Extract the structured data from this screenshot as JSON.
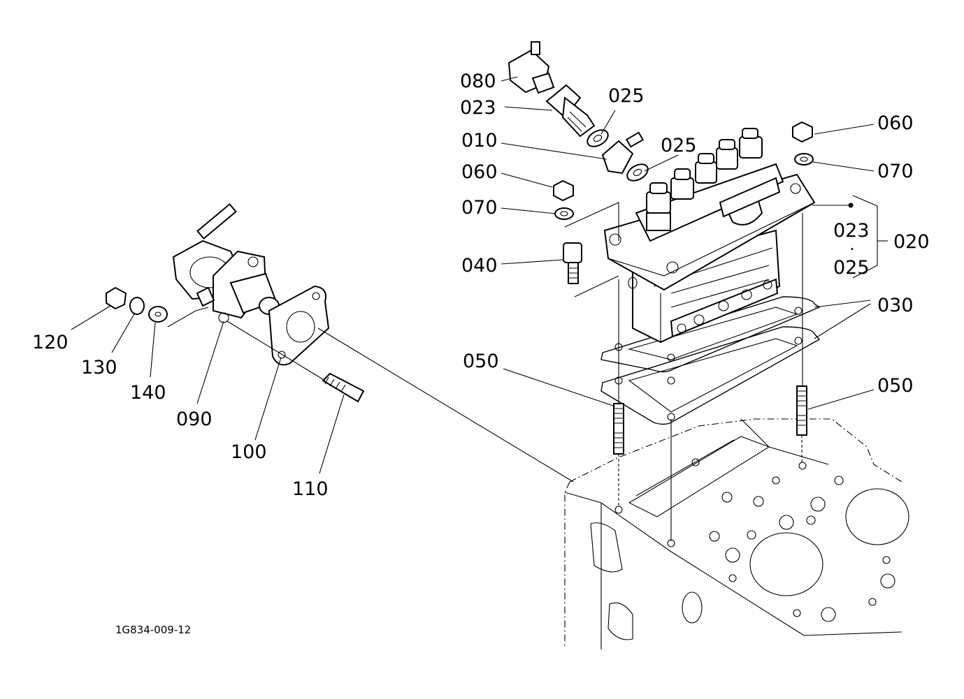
{
  "drawing_id": "1G834-009-12",
  "callouts": {
    "c080": "080",
    "c023a": "023",
    "c025a": "025",
    "c010": "010",
    "c025b": "025",
    "c060a": "060",
    "c070a": "070",
    "c040": "040",
    "c060b": "060",
    "c070b": "070",
    "c023b": "023",
    "c025c": "025",
    "c020": "020",
    "c030": "030",
    "c050a": "050",
    "c050b": "050",
    "c120": "120",
    "c130": "130",
    "c140": "140",
    "c090": "090",
    "c100": "100",
    "c110": "110"
  },
  "group_separator": "・"
}
